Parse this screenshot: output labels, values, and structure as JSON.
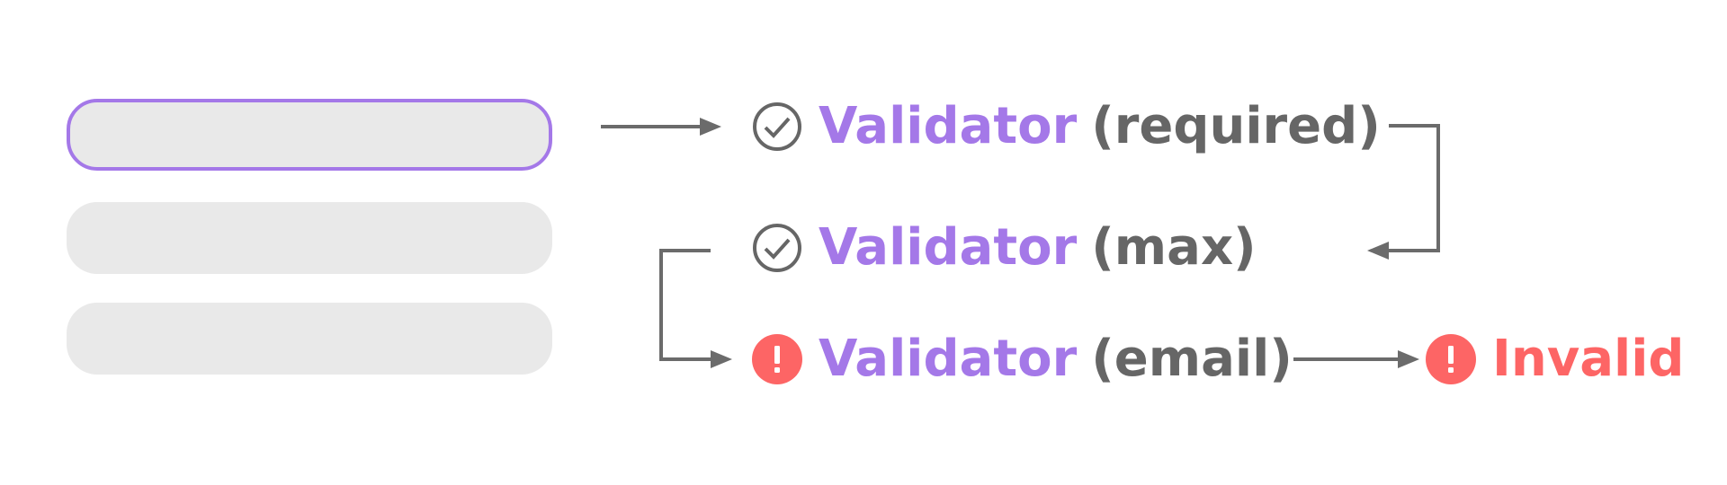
{
  "form": {
    "fields": [
      {
        "state": "focused"
      },
      {
        "state": "idle"
      },
      {
        "state": "idle"
      }
    ]
  },
  "validators": [
    {
      "name": "Validator",
      "arg": "(required)",
      "status": "check-circle-icon"
    },
    {
      "name": "Validator",
      "arg": "(max)",
      "status": "check-circle-icon"
    },
    {
      "name": "Validator",
      "arg": "(email)",
      "status": "error-circle-icon"
    }
  ],
  "result": {
    "label": "Invalid",
    "status": "error-circle-icon"
  },
  "colors": {
    "accent": "#a478e8",
    "field_bg": "#e9e9e9",
    "text_gray": "#666666",
    "connector": "#6b6b6b",
    "error": "#fd6565"
  }
}
